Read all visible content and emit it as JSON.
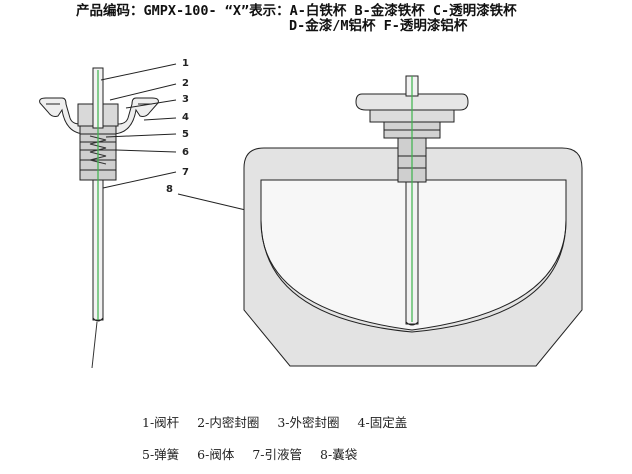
{
  "header": {
    "line1": "产品编码：GMPX-100- “X”表示：A-白铁杯  B-金漆铁杯  C-透明漆铁杯",
    "line2": "D-金漆/M铝杯  F-透明漆铝杯"
  },
  "callouts": [
    "1",
    "2",
    "3",
    "4",
    "5",
    "6",
    "7",
    "8"
  ],
  "legend": {
    "row1": [
      "1-阀杆",
      "2-内密封圈",
      "3-外密封圈",
      "4-固定盖"
    ],
    "row2": [
      "5-弹簧",
      "6-阀体",
      "7-引液管",
      "8-囊袋"
    ]
  },
  "colors": {
    "line": "#222222",
    "fill": "#e6e6e6",
    "stem": "#3cb44b"
  }
}
